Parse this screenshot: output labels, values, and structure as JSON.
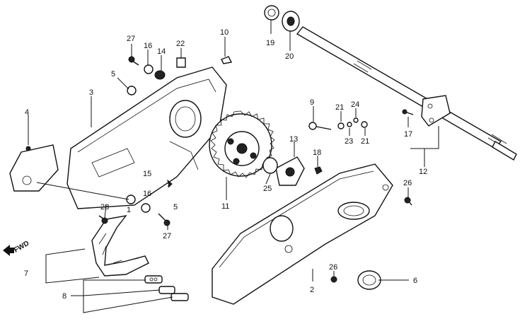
{
  "direction_label": "FWD",
  "callouts": [
    {
      "id": "c27a",
      "text": "27"
    },
    {
      "id": "c16a",
      "text": "16"
    },
    {
      "id": "c14",
      "text": "14"
    },
    {
      "id": "c22",
      "text": "22"
    },
    {
      "id": "c10",
      "text": "10"
    },
    {
      "id": "c19",
      "text": "19"
    },
    {
      "id": "c20",
      "text": "20"
    },
    {
      "id": "c5a",
      "text": "5"
    },
    {
      "id": "c3",
      "text": "3"
    },
    {
      "id": "c4",
      "text": "4"
    },
    {
      "id": "c9",
      "text": "9"
    },
    {
      "id": "c21a",
      "text": "21"
    },
    {
      "id": "c24",
      "text": "24"
    },
    {
      "id": "c23",
      "text": "23"
    },
    {
      "id": "c21b",
      "text": "21"
    },
    {
      "id": "c17",
      "text": "17"
    },
    {
      "id": "c13",
      "text": "13"
    },
    {
      "id": "c18",
      "text": "18"
    },
    {
      "id": "c12",
      "text": "12"
    },
    {
      "id": "c15",
      "text": "15"
    },
    {
      "id": "c16b",
      "text": "16"
    },
    {
      "id": "c1",
      "text": "1"
    },
    {
      "id": "c5b",
      "text": "5"
    },
    {
      "id": "c28",
      "text": "28"
    },
    {
      "id": "c27b",
      "text": "27"
    },
    {
      "id": "c25",
      "text": "25"
    },
    {
      "id": "c11",
      "text": "11"
    },
    {
      "id": "c26a",
      "text": "26"
    },
    {
      "id": "c7",
      "text": "7"
    },
    {
      "id": "c8",
      "text": "8"
    },
    {
      "id": "c26b",
      "text": "26"
    },
    {
      "id": "c2",
      "text": "2"
    },
    {
      "id": "c6",
      "text": "6"
    }
  ]
}
